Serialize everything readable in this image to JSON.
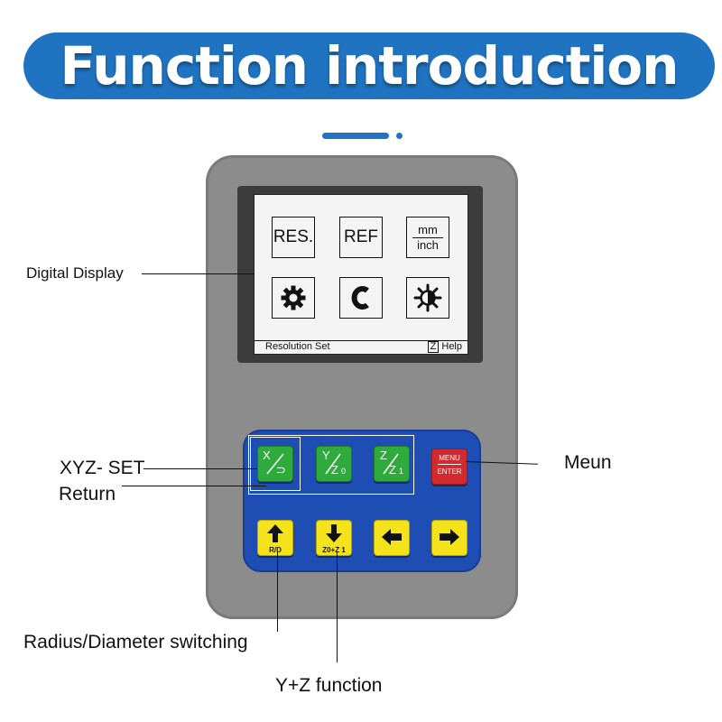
{
  "header": {
    "title": "Function introduction"
  },
  "screen": {
    "buttons": [
      "RES.",
      "REF"
    ],
    "units": {
      "top": "mm",
      "bottom": "inch"
    },
    "status_left": "Resolution  Set",
    "status_z": "Z",
    "status_right": "Help"
  },
  "keypad": {
    "x_key": {
      "top": "X",
      "bottom": "⊃"
    },
    "y_key": {
      "top": "Y",
      "bottom": "Z",
      "sub": "0"
    },
    "z_key": {
      "top": "Z",
      "bottom": "Z",
      "sub": "1"
    },
    "menu_key": {
      "top": "MENU",
      "bottom": "ENTER"
    },
    "rd_key_label": "R/D",
    "zz_key_label": "Z0+Z 1"
  },
  "annotations": {
    "digital_display": "Digital Display",
    "xyz_set": "XYZ- SET",
    "return": "Return",
    "menu": "Meun",
    "radius_diameter": "Radius/Diameter switching",
    "yz_function": "Y+Z function"
  },
  "colors": {
    "banner": "#1f73c1",
    "device_body": "#8c8c8c",
    "keypad_panel": "#1e4db3",
    "axis_key": "#2faa3c",
    "nav_key": "#f4e21a",
    "menu_key": "#d22a2e"
  }
}
